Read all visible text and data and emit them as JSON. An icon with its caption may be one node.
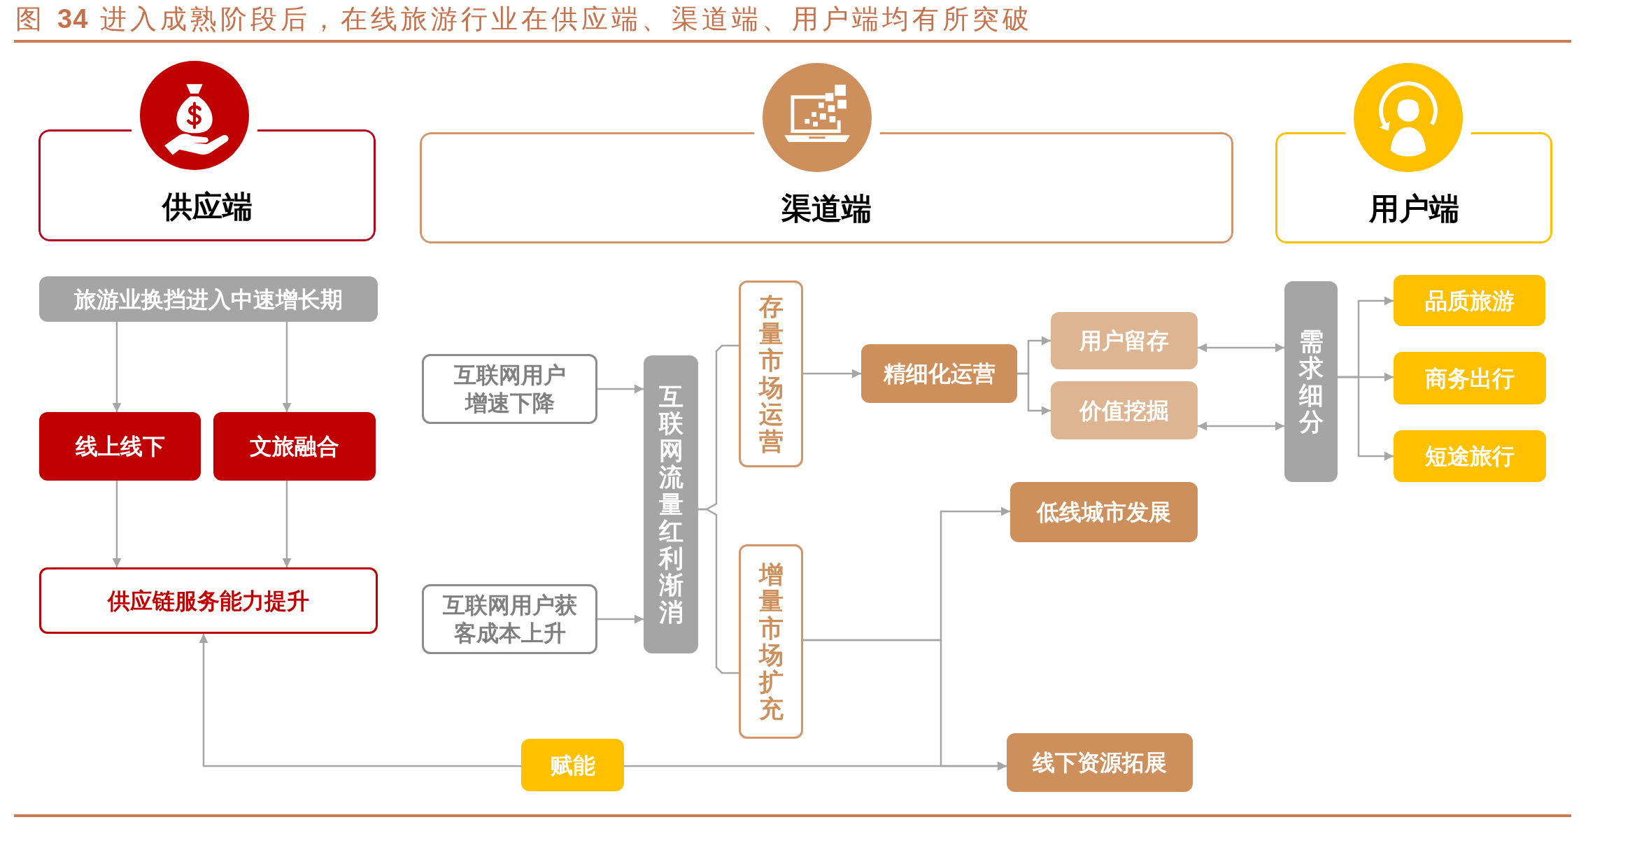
{
  "diagram": {
    "title": "图 **34** 进入成熟阶段后，在线旅游行业在供应端、渠道端、用户端均有所突破",
    "nodes": [
      {
        "text": [
          "供应端"
        ]
      },
      {
        "text": [
          "渠道端"
        ]
      },
      {
        "text": [
          "用户端"
        ]
      },
      {
        "text": [
          "旅游业换挡进入中速增长期"
        ]
      },
      {
        "text": [
          "线上线下"
        ]
      },
      {
        "text": [
          "文旅融合"
        ]
      },
      {
        "text": [
          "供应链服务能力提升"
        ]
      },
      {
        "text": [
          "互联网用户增速下降"
        ]
      },
      {
        "text": [
          "互联网用户获客成本上升"
        ]
      },
      {
        "text": [
          "互联网流量红利渐消"
        ]
      },
      {
        "text": [
          "存量市场运营"
        ]
      },
      {
        "text": [
          "增量市场扩充"
        ]
      },
      {
        "text": [
          "精细化运营"
        ]
      },
      {
        "text": [
          "用户留存"
        ]
      },
      {
        "text": [
          "价值挖掘"
        ]
      },
      {
        "text": [
          "需求细分"
        ]
      },
      {
        "text": [
          "品质旅游"
        ]
      },
      {
        "text": [
          "商务出行"
        ]
      },
      {
        "text": [
          "短途旅行"
        ]
      },
      {
        "text": [
          "低线城市发展"
        ]
      },
      {
        "text": [
          "线下资源拓展"
        ]
      },
      {
        "text": [
          "赋能"
        ]
      }
    ],
    "edges": [
      {
        "from": 3,
        "to": 4,
        "arrow": "to"
      },
      {
        "from": 3,
        "to": 5,
        "arrow": "to"
      },
      {
        "from": 4,
        "to": 6,
        "arrow": "to"
      },
      {
        "from": 5,
        "to": 6,
        "arrow": "to"
      },
      {
        "from": 7,
        "to": 9,
        "arrow": "to"
      },
      {
        "from": 8,
        "to": 9,
        "arrow": "to"
      },
      {
        "from": 9,
        "to": 10,
        "arrow": "none"
      },
      {
        "from": 9,
        "to": 11,
        "arrow": "none"
      },
      {
        "from": 10,
        "to": 12,
        "arrow": "to"
      },
      {
        "from": 12,
        "to": 13,
        "arrow": "to"
      },
      {
        "from": 12,
        "to": 14,
        "arrow": "to"
      },
      {
        "from": 13,
        "to": 15,
        "arrow": "both"
      },
      {
        "from": 14,
        "to": 15,
        "arrow": "both"
      },
      {
        "from": 15,
        "to": 16,
        "arrow": "to"
      },
      {
        "from": 15,
        "to": 17,
        "arrow": "to"
      },
      {
        "from": 15,
        "to": 18,
        "arrow": "to"
      },
      {
        "from": 11,
        "to": 19,
        "arrow": "to"
      },
      {
        "from": 11,
        "to": 20,
        "arrow": "to"
      },
      {
        "from": 21,
        "to": 20,
        "arrow": "to"
      },
      {
        "from": 21,
        "to": 6,
        "arrow": "to"
      }
    ]
  }
}
